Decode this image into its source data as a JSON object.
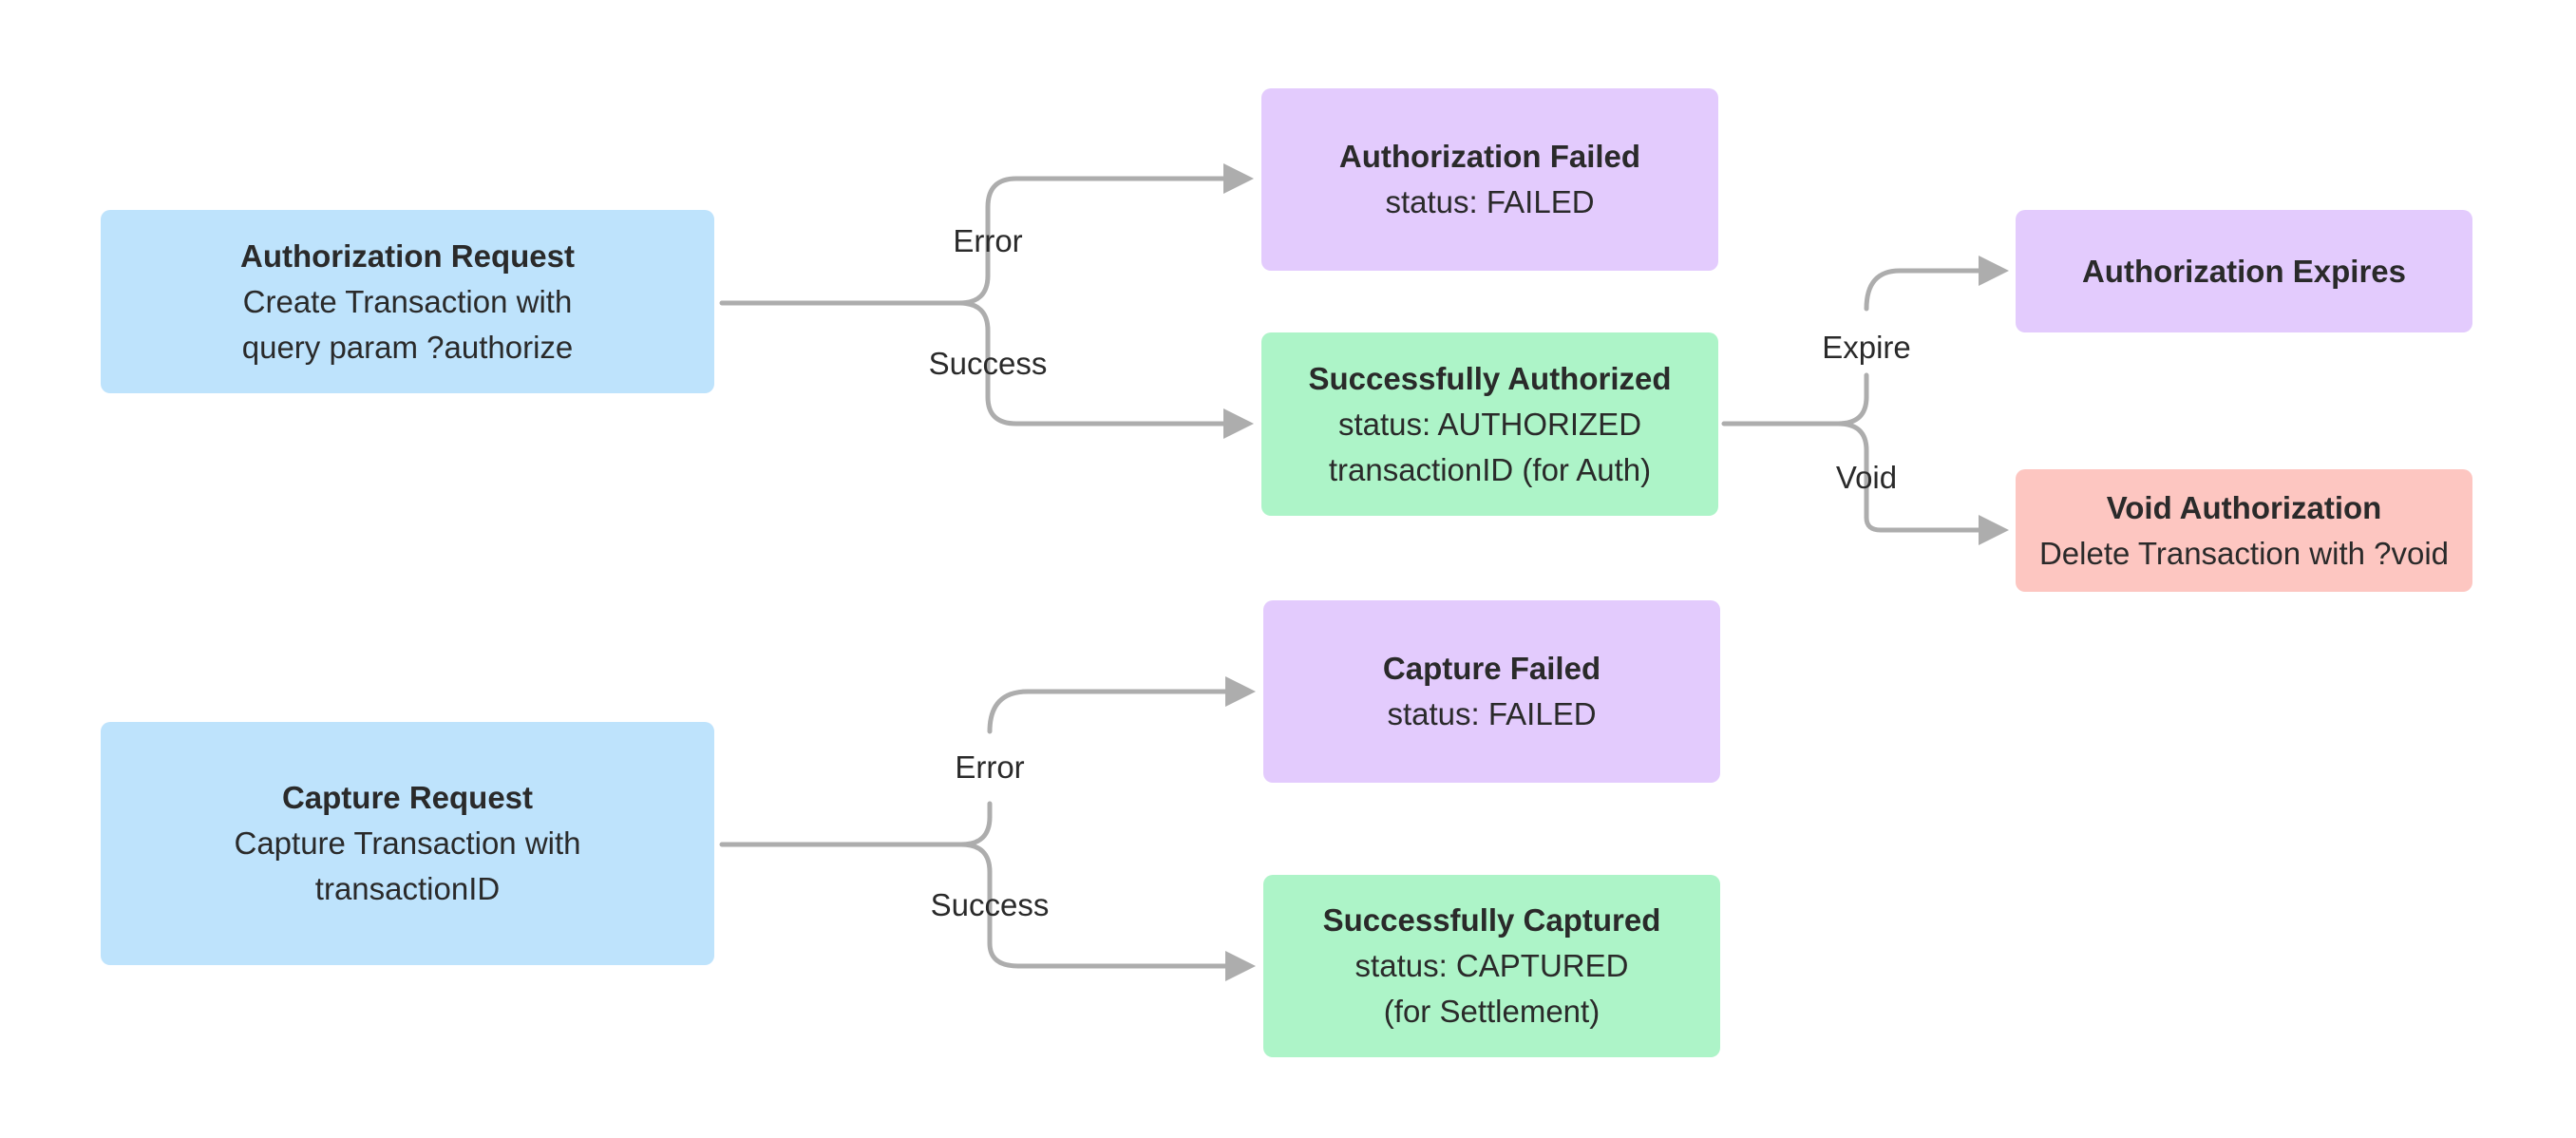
{
  "nodes": {
    "auth_request": {
      "title": "Authorization Request",
      "line1": "Create Transaction with",
      "line2": "query param ?authorize"
    },
    "auth_failed": {
      "title": "Authorization Failed",
      "line1": "status: FAILED"
    },
    "auth_success": {
      "title": "Successfully Authorized",
      "line1": "status: AUTHORIZED",
      "line2": "transactionID (for Auth)"
    },
    "auth_expires": {
      "title": "Authorization Expires"
    },
    "void_auth": {
      "title": "Void Authorization",
      "line1": "Delete Transaction with ?void"
    },
    "capture_request": {
      "title": "Capture Request",
      "line1": "Capture Transaction with",
      "line2": "transactionID"
    },
    "capture_failed": {
      "title": "Capture Failed",
      "line1": "status: FAILED"
    },
    "capture_success": {
      "title": "Successfully Captured",
      "line1": "status: CAPTURED",
      "line2": "(for Settlement)"
    }
  },
  "edge_labels": {
    "auth_error": "Error",
    "auth_success": "Success",
    "expire": "Expire",
    "void": "Void",
    "capture_error": "Error",
    "capture_success": "Success"
  },
  "colors": {
    "request": "#bee3fc",
    "failed": "#e3cbfd",
    "success": "#adf4c8",
    "void": "#fdc6c1",
    "connector": "#adadad"
  }
}
